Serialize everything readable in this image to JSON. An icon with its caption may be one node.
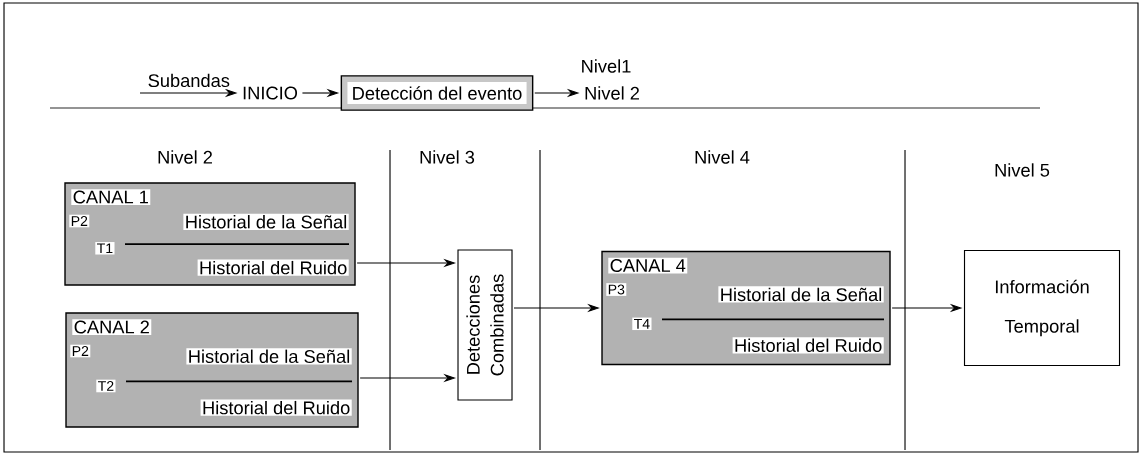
{
  "diagram": {
    "nodes": [
      {
        "text": [
          "INICIO"
        ]
      },
      {
        "text": [
          "Detección del evento"
        ]
      },
      {
        "text": [
          "Nivel 2"
        ]
      },
      {
        "text": [
          "CANAL 1",
          "P2",
          "T1",
          "Historial de la Señal",
          "Historial del Ruido"
        ]
      },
      {
        "text": [
          "CANAL 2",
          "P2",
          "T2",
          "Historial de la Señal",
          "Historial del Ruido"
        ]
      },
      {
        "text": [
          "Detecciones Combinadas"
        ]
      },
      {
        "text": [
          "CANAL 4",
          "P3",
          "T4",
          "Historial de la Señal",
          "Historial del Ruido"
        ]
      },
      {
        "text": [
          "Información Temporal"
        ]
      }
    ],
    "edges": [
      {
        "from": null,
        "to": 0,
        "arrow": "to",
        "label": "Subandas"
      },
      {
        "from": 0,
        "to": 1,
        "arrow": "to"
      },
      {
        "from": 1,
        "to": 2,
        "arrow": "to"
      },
      {
        "from": 3,
        "to": 5,
        "arrow": "to"
      },
      {
        "from": 4,
        "to": 5,
        "arrow": "to"
      },
      {
        "from": 5,
        "to": 6,
        "arrow": "to"
      },
      {
        "from": 6,
        "to": 7,
        "arrow": "to"
      }
    ],
    "labels": [
      "Nivel1",
      "Nivel 2",
      "Nivel 3",
      "Nivel 4",
      "Nivel 5"
    ]
  }
}
